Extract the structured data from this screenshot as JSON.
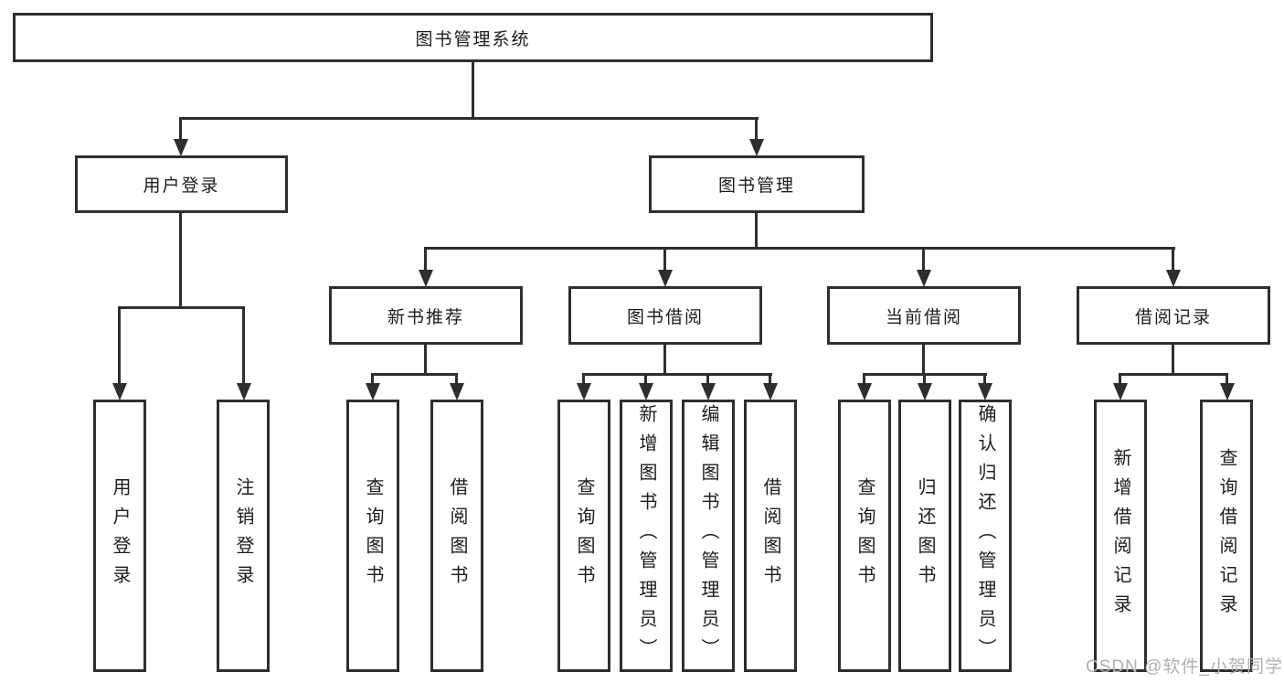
{
  "title": "图书管理系统",
  "colors": {
    "line": "#2e2e2e",
    "text": "#1c1c1c",
    "background": "#ffffff",
    "watermark": "#b0b0b0"
  },
  "nodes": {
    "root": {
      "label": "图书管理系统"
    },
    "level1": [
      {
        "label": "用户登录"
      },
      {
        "label": "图书管理"
      }
    ],
    "level2": [
      {
        "label": "新书推荐"
      },
      {
        "label": "图书借阅"
      },
      {
        "label": "当前借阅"
      },
      {
        "label": "借阅记录"
      }
    ],
    "leaves": {
      "login": [
        {
          "label": "用户登录"
        },
        {
          "label": "注销登录"
        }
      ],
      "recommend": [
        {
          "label": "查询图书"
        },
        {
          "label": "借阅图书"
        }
      ],
      "borrow": [
        {
          "label": "查询图书"
        },
        {
          "label": "新增图书（管理员）"
        },
        {
          "label": "编辑图书（管理员）"
        },
        {
          "label": "借阅图书"
        }
      ],
      "current": [
        {
          "label": "查询图书"
        },
        {
          "label": "归还图书"
        },
        {
          "label": "确认归还（管理员）"
        }
      ],
      "records": [
        {
          "label": "新增借阅记录"
        },
        {
          "label": "查询借阅记录"
        }
      ]
    }
  },
  "watermark": {
    "text": "CSDN @软件_小贺同学"
  }
}
